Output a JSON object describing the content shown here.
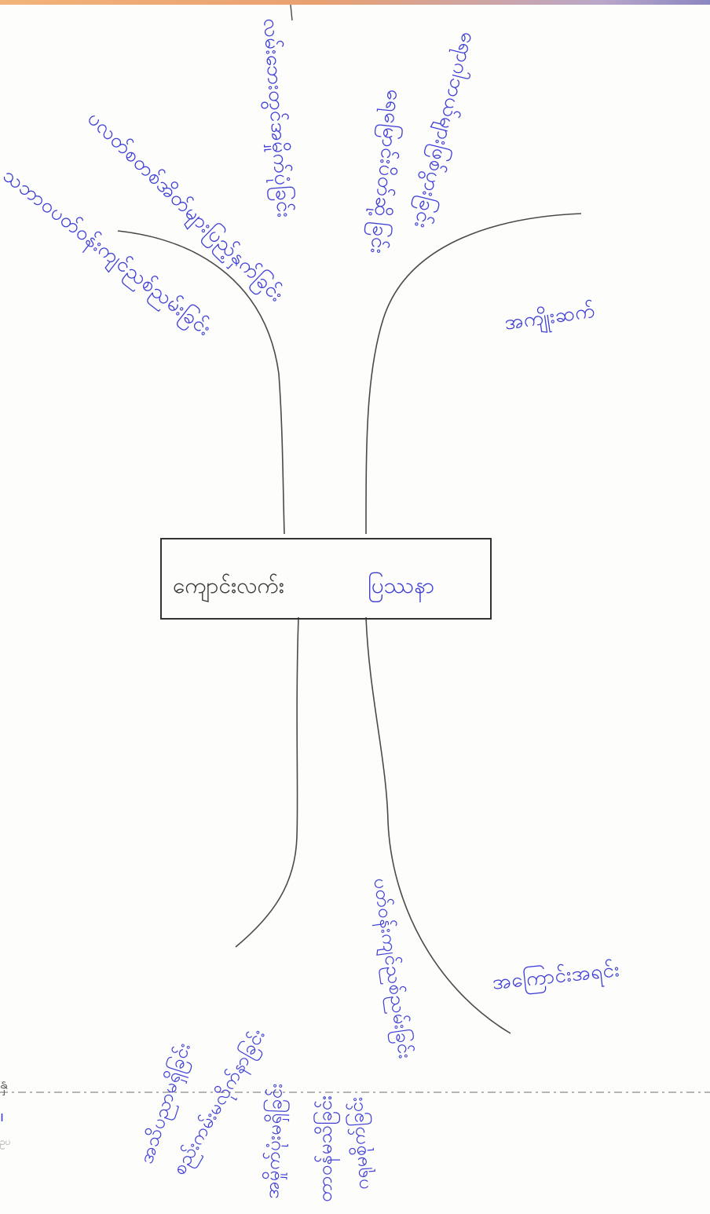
{
  "tree": {
    "trunk_label": "ပြဿနာ",
    "trunk_prefix": "ကျောင်းလက်း",
    "branches": [
      "သဘာဝပတ်ဝန်းကျင်ညစ်ညမ်းခြင်း",
      "ပလတ်စတစ်အိတ်များပြည့်နှက်ခြင်း",
      "လမ်းဘေးတွင်အမှိုက်ပုံခြင်း",
      "ရေမြောင်းပိတ်ဆို့ခြင်း",
      "ရောဂါဘယ်များဖြစ်ပွားခြင်း"
    ],
    "fruit_label": "အကျိုးဆက်",
    "roots": [
      "အသိပညာမရှိခြင်း",
      "စည်းကမ်းမလိုက်နာခြင်း",
      "အမှိုက်ပုံးမရှိခြင်း",
      "တာဝန်မသိခြင်း",
      "ဂရုမစိုက်ခြင်း",
      "ပတ်ဝန်းကျင်ညစ်ညမ်းခြင်း"
    ],
    "root_label": "အကြောင်းအရင်း"
  },
  "margin": {
    "char1": "နှ",
    "char2": "ı",
    "char3": "ဥပ"
  }
}
